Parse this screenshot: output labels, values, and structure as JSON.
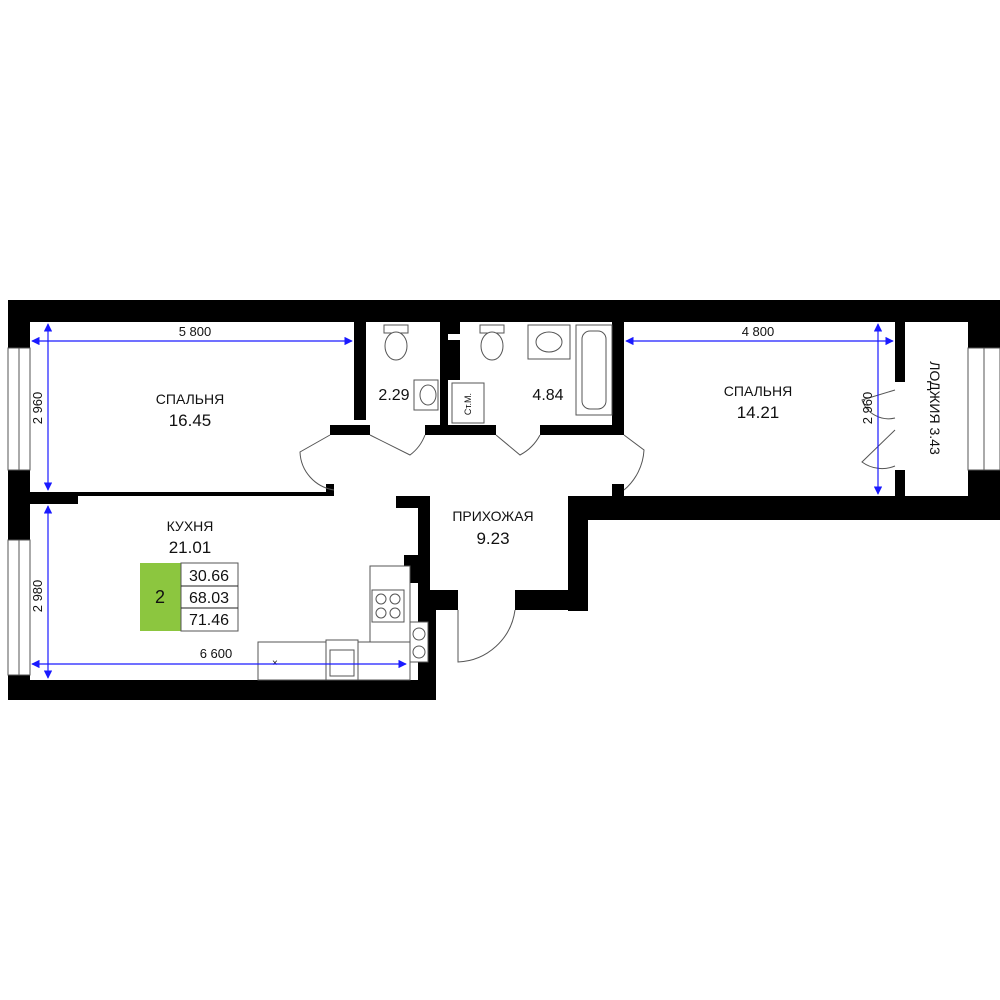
{
  "rooms": {
    "bedroom_left": {
      "name": "СПАЛЬНЯ",
      "area": "16.45"
    },
    "wc": {
      "area": "2.29"
    },
    "bathroom": {
      "area": "4.84"
    },
    "bedroom_right": {
      "name": "СПАЛЬНЯ",
      "area": "14.21"
    },
    "loggia": {
      "label": "ЛОДЖИЯ 3.43"
    },
    "kitchen": {
      "name": "КУХНЯ",
      "area": "21.01"
    },
    "hallway": {
      "name": "ПРИХОЖАЯ",
      "area": "9.23"
    }
  },
  "dimensions": {
    "bedroom_left_width": "5 800",
    "bedroom_left_depth": "2 960",
    "bedroom_right_width": "4 800",
    "bedroom_right_depth": "2 960",
    "kitchen_width": "6 600",
    "kitchen_depth": "2 980"
  },
  "fixtures": {
    "laundry_label": "Ст.М."
  },
  "summary": {
    "rooms_count": "2",
    "living_area": "30.66",
    "area_without_loggia": "68.03",
    "total_area": "71.46",
    "accent_color": "#8cc63f"
  }
}
